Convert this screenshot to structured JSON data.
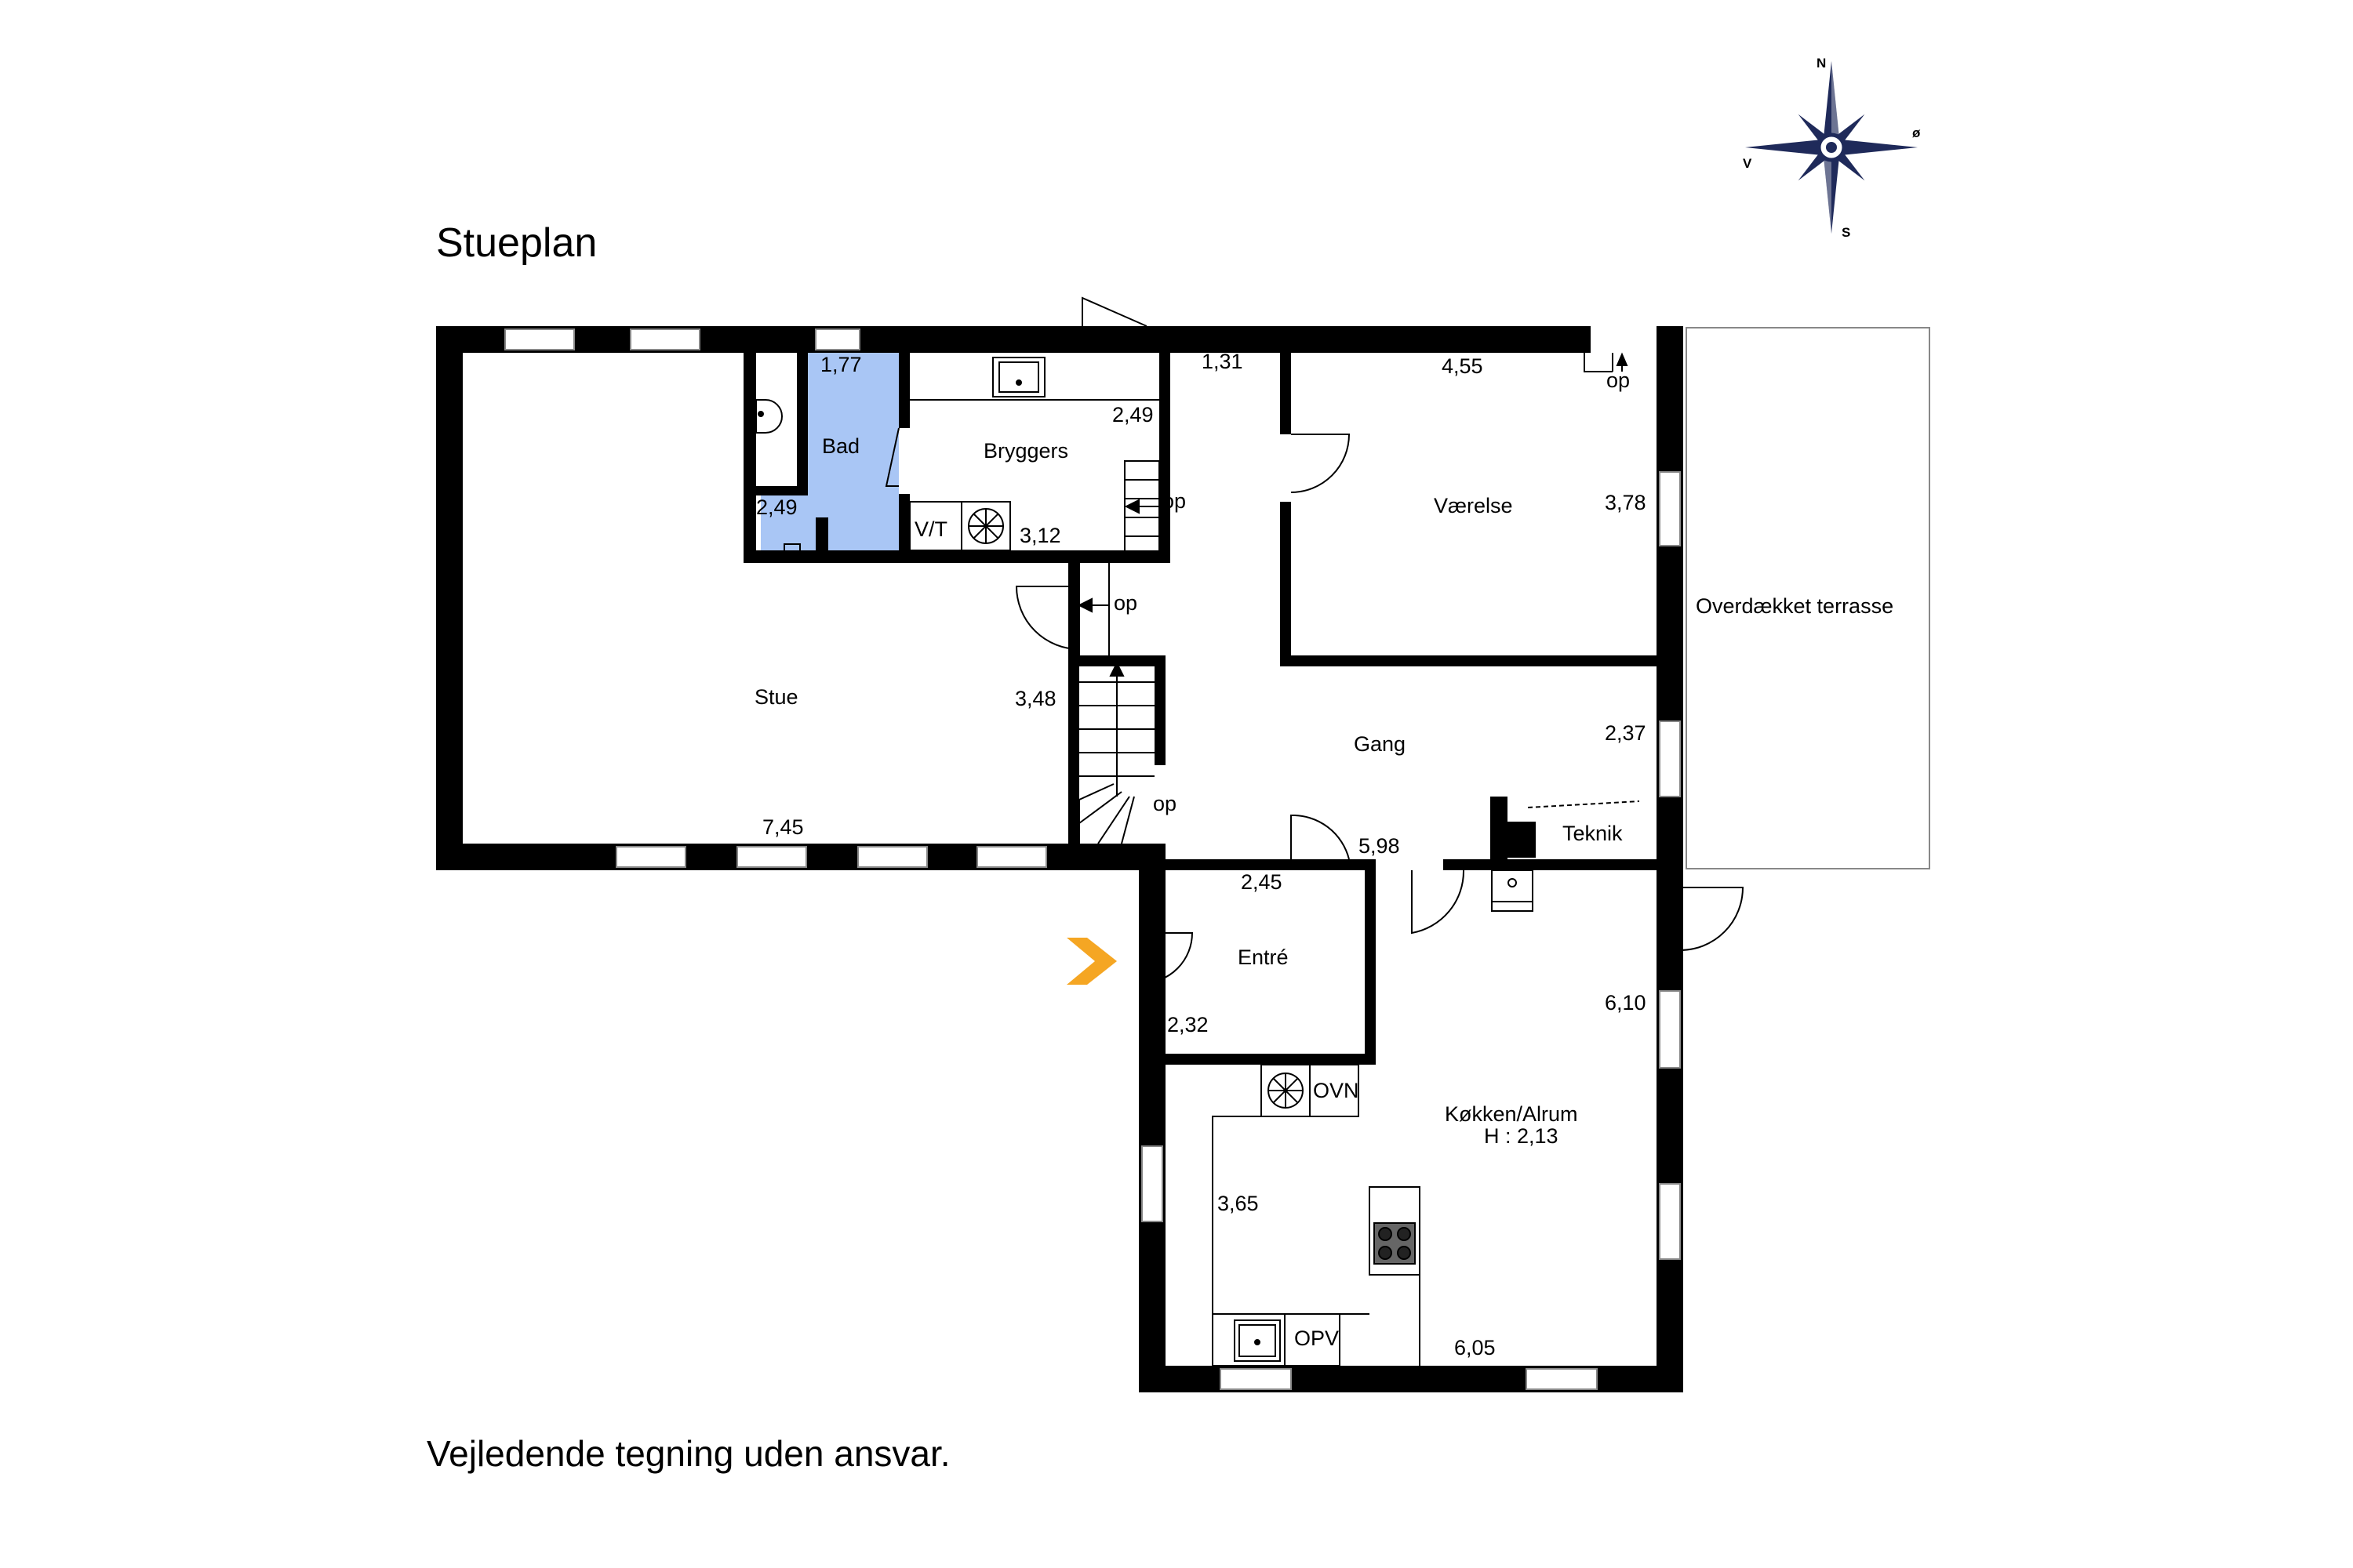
{
  "title": "Stueplan",
  "disclaimer": "Vejledende tegning uden ansvar.",
  "compass": {
    "n": "N",
    "s": "S",
    "e": "ø",
    "w": "V"
  },
  "rooms": {
    "bad": "Bad",
    "bryggers": "Bryggers",
    "vaerelse": "Værelse",
    "stue": "Stue",
    "gang": "Gang",
    "terrasse": "Overdækket terrasse",
    "teknik": "Teknik",
    "entre": "Entré",
    "koekken": "Køkken/Alrum",
    "koekken_height": "H : 2,13"
  },
  "dimensions": {
    "bad_w": "1,77",
    "bad_h": "2,49",
    "bryggers_h": "2,49",
    "bryggers_w": "3,12",
    "gang_top": "1,31",
    "vaerelse_w": "4,55",
    "vaerelse_h": "3,78",
    "stue_h": "3,48",
    "stue_w": "7,45",
    "gang_h": "2,37",
    "gang_w": "5,98",
    "entre_w": "2,45",
    "entre_h": "2,32",
    "koekken_h": "6,10",
    "koekken_d": "3,65",
    "koekken_w": "6,05"
  },
  "fixtures": {
    "vt": "V/T",
    "ovn": "OVN",
    "opv": "OPV",
    "op": "op"
  },
  "colors": {
    "wall": "#000000",
    "bathroom": "#a9c6f5",
    "entrance_arrow": "#f5a623",
    "compass": "#1f2a5a"
  }
}
